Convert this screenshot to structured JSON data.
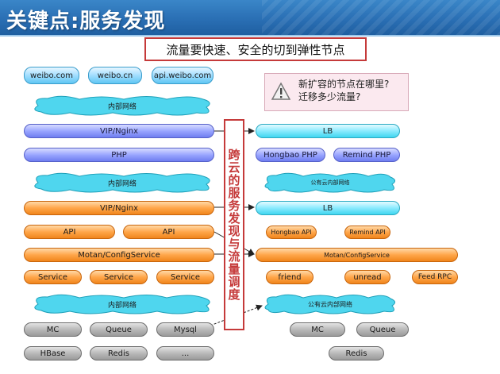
{
  "header": {
    "title": "关键点:服务发现"
  },
  "subtitle": "流量要快速、安全的切到弹性节点",
  "question": {
    "line1": "新扩容的节点在哪里?",
    "line2": "迁移多少流量?"
  },
  "vertical_label": "跨云的服务发现与流量调度",
  "left": {
    "domains": [
      "weibo.com",
      "weibo.cn",
      "api.weibo.com"
    ],
    "net1": "内部网络",
    "vip1": "VIP/Nginx",
    "php": "PHP",
    "net2": "内部网络",
    "vip2": "VIP/Nginx",
    "api": [
      "API",
      "API"
    ],
    "motan": "Motan/ConfigService",
    "services": [
      "Service",
      "Service",
      "Service"
    ],
    "net3": "内部网络",
    "storage_row1": [
      "MC",
      "Queue",
      "Mysql"
    ],
    "storage_row2": [
      "HBase",
      "Redis",
      "..."
    ]
  },
  "right": {
    "lb1": "LB",
    "php": [
      "Hongbao PHP",
      "Remind PHP"
    ],
    "net1": "公有云内部网络",
    "lb2": "LB",
    "api": [
      "Hongbao API",
      "Remind API"
    ],
    "motan": "Motan/ConfigService",
    "services": [
      "friend",
      "unread",
      "Feed RPC"
    ],
    "net2": "公有云内部网络",
    "storage": [
      "MC",
      "Queue"
    ],
    "redis": "Redis"
  },
  "colors": {
    "accent_red": "#c53a3a",
    "header_blue": "#2a6fb4"
  }
}
